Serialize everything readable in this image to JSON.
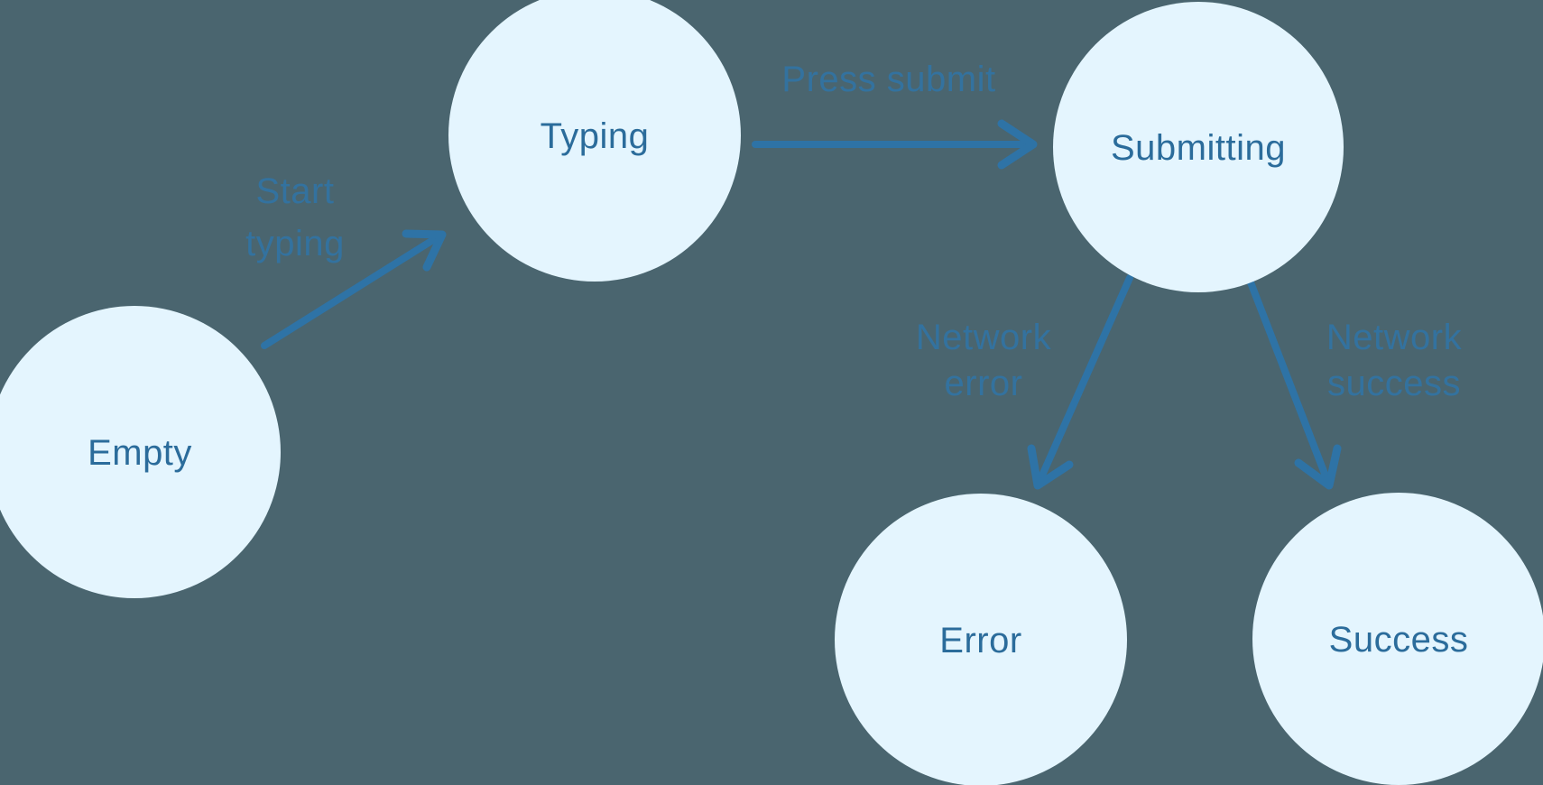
{
  "colors": {
    "background": "#4A656F",
    "node_fill": "#E4F5FE",
    "node_text": "#2B6C9B",
    "arrow": "#2E73A6",
    "edge_label": "#2E76AB"
  },
  "states": [
    {
      "id": "empty",
      "label": "Empty"
    },
    {
      "id": "typing",
      "label": "Typing"
    },
    {
      "id": "submitting",
      "label": "Submitting"
    },
    {
      "id": "error",
      "label": "Error"
    },
    {
      "id": "success",
      "label": "Success"
    }
  ],
  "transitions": [
    {
      "from": "empty",
      "to": "typing",
      "label": "Start typing",
      "lines": [
        "Start",
        "typing"
      ]
    },
    {
      "from": "typing",
      "to": "submitting",
      "label": "Press submit",
      "lines": [
        "Press submit"
      ]
    },
    {
      "from": "submitting",
      "to": "error",
      "label": "Network error",
      "lines": [
        "Network",
        "error"
      ]
    },
    {
      "from": "submitting",
      "to": "success",
      "label": "Network success",
      "lines": [
        "Network",
        "success"
      ]
    }
  ]
}
